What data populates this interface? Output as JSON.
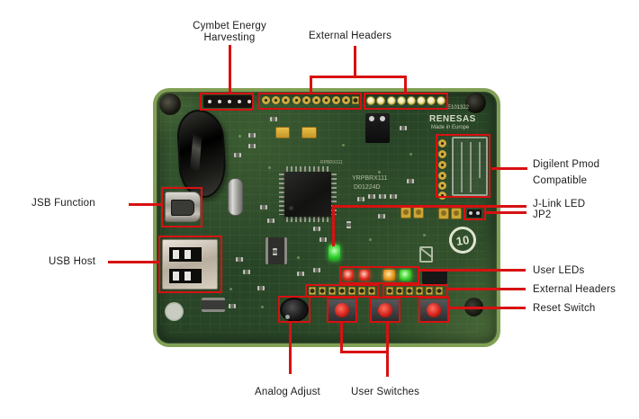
{
  "callouts": {
    "cymbet": {
      "line1": "Cymbet Energy",
      "line2": "Harvesting"
    },
    "external_headers_top": {
      "label": "External Headers"
    },
    "usb_function": {
      "label": "JSB Function"
    },
    "usb_host": {
      "label": "USB Host"
    },
    "digilent": {
      "line1": "Digilent Pmod",
      "line2": "Compatible"
    },
    "jlink_led": {
      "label": "J-Link LED"
    },
    "jp2": {
      "label": "JP2"
    },
    "user_leds": {
      "label": "User LEDs"
    },
    "external_headers_bottom": {
      "label": "External Headers"
    },
    "reset_switch": {
      "label": "Reset Switch"
    },
    "analog_adjust": {
      "label": "Analog Adjust"
    },
    "user_switches": {
      "label": "User Switches"
    }
  },
  "silkscreen": {
    "brand": "RENESAS",
    "made_in": "Made in Europe",
    "part_code": "E101322",
    "board_name": "YRPBRX111",
    "board_code": "D01224D",
    "mcu_ref": "RPBRX111",
    "circle_mark": "10"
  },
  "colors": {
    "callout_red": "#d81111",
    "pcb_green": "#2c4829",
    "pcb_edge_green": "#81a055",
    "pad_gold": "#cfa93f",
    "led_red": "#d92b1c",
    "led_orange": "#e59a1f",
    "led_green": "#35d032"
  }
}
